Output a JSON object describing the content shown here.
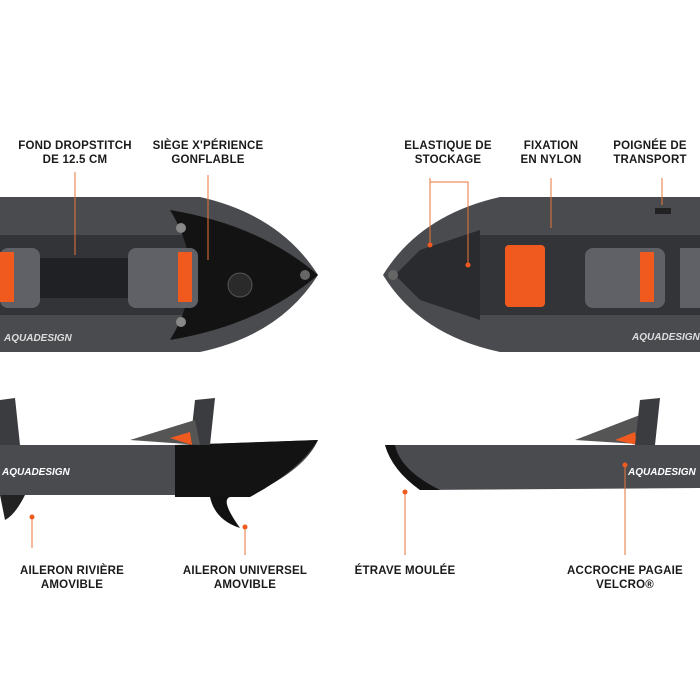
{
  "brand": "AQUADESIGN",
  "colors": {
    "accent": "#f05a1e",
    "hull": "#4a4b4f",
    "hull_dark": "#2e2f33",
    "nose": "#111111",
    "line": "#e8743a"
  },
  "labels": {
    "fond": [
      "FOND DROPSTITCH",
      "DE 12.5 CM"
    ],
    "siege": [
      "SIÈGE X'PÉRIENCE",
      "GONFLABLE"
    ],
    "elastique": [
      "ELASTIQUE DE",
      "STOCKAGE"
    ],
    "fixation": [
      "FIXATION",
      "EN NYLON"
    ],
    "poignee": [
      "POIGNÉE DE",
      "TRANSPORT"
    ],
    "aileron_riviere": [
      "AILERON RIVIÈRE",
      "AMOVIBLE"
    ],
    "aileron_universel": [
      "AILERON UNIVERSEL",
      "AMOVIBLE"
    ],
    "etrave": [
      "ÉTRAVE MOULÉE"
    ],
    "accroche": [
      "ACCROCHE PAGAIE",
      "VELCRO®"
    ]
  }
}
